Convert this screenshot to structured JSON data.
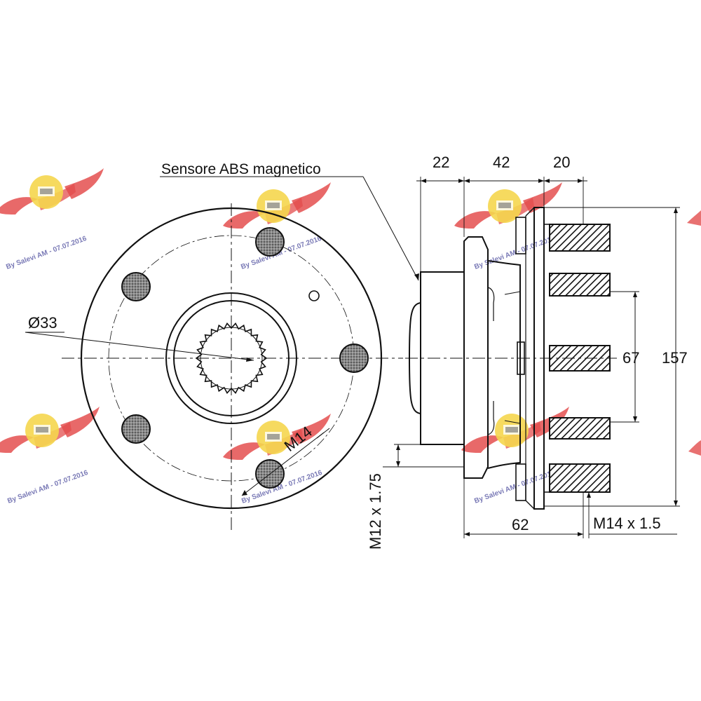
{
  "drawing": {
    "sensor_label": "Sensore ABS magnetico",
    "dimensions": {
      "diameter_spline": "Ø33",
      "bolt_m14": "M14",
      "thread_m12": "M12 x 1.75",
      "width_22": "22",
      "width_42": "42",
      "width_20": "20",
      "height_67": "67",
      "height_157": "157",
      "width_62": "62",
      "thread_m14": "M14 x 1.5"
    }
  },
  "watermark": {
    "text": "By Salevi AM - 07.07.2016",
    "colors": {
      "wing": "#e03a3a",
      "badge": "#f4d23a",
      "text": "#2b2b8a"
    }
  }
}
